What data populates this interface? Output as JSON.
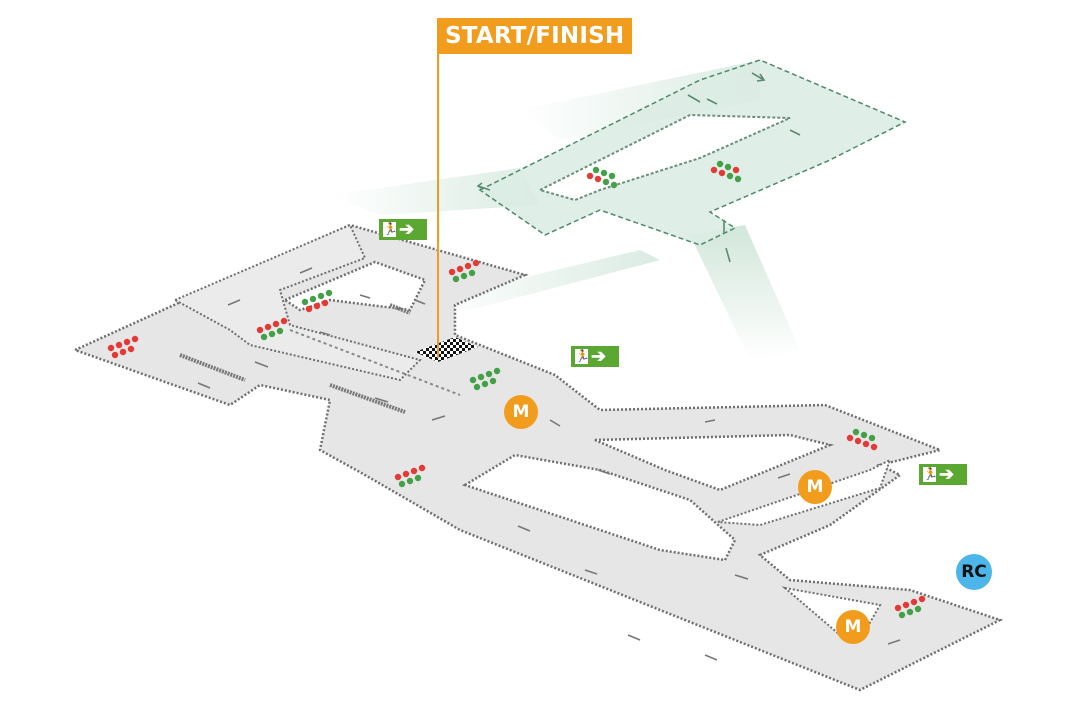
{
  "labels": {
    "start_finish": "START/FINISH",
    "marshal": "M",
    "race_control": "RC"
  },
  "icons": {
    "exit": "emergency-exit-icon",
    "exit_arrow": "arrow-right-icon",
    "marshal": "marshal-post-icon",
    "race_control": "race-control-icon",
    "signal_lights": "signal-lights-icon",
    "direction": "direction-arrow-icon",
    "checkered": "checkered-flag-icon"
  },
  "colors": {
    "accent_orange": "#f29c1e",
    "exit_green": "#5aa832",
    "race_control_blue": "#4db6e8",
    "track_floor": "#e6e6e6",
    "upper_level": "#dcece4",
    "light_red": "#e53935",
    "light_green": "#43a047",
    "barrier": "#6e6e6e"
  }
}
